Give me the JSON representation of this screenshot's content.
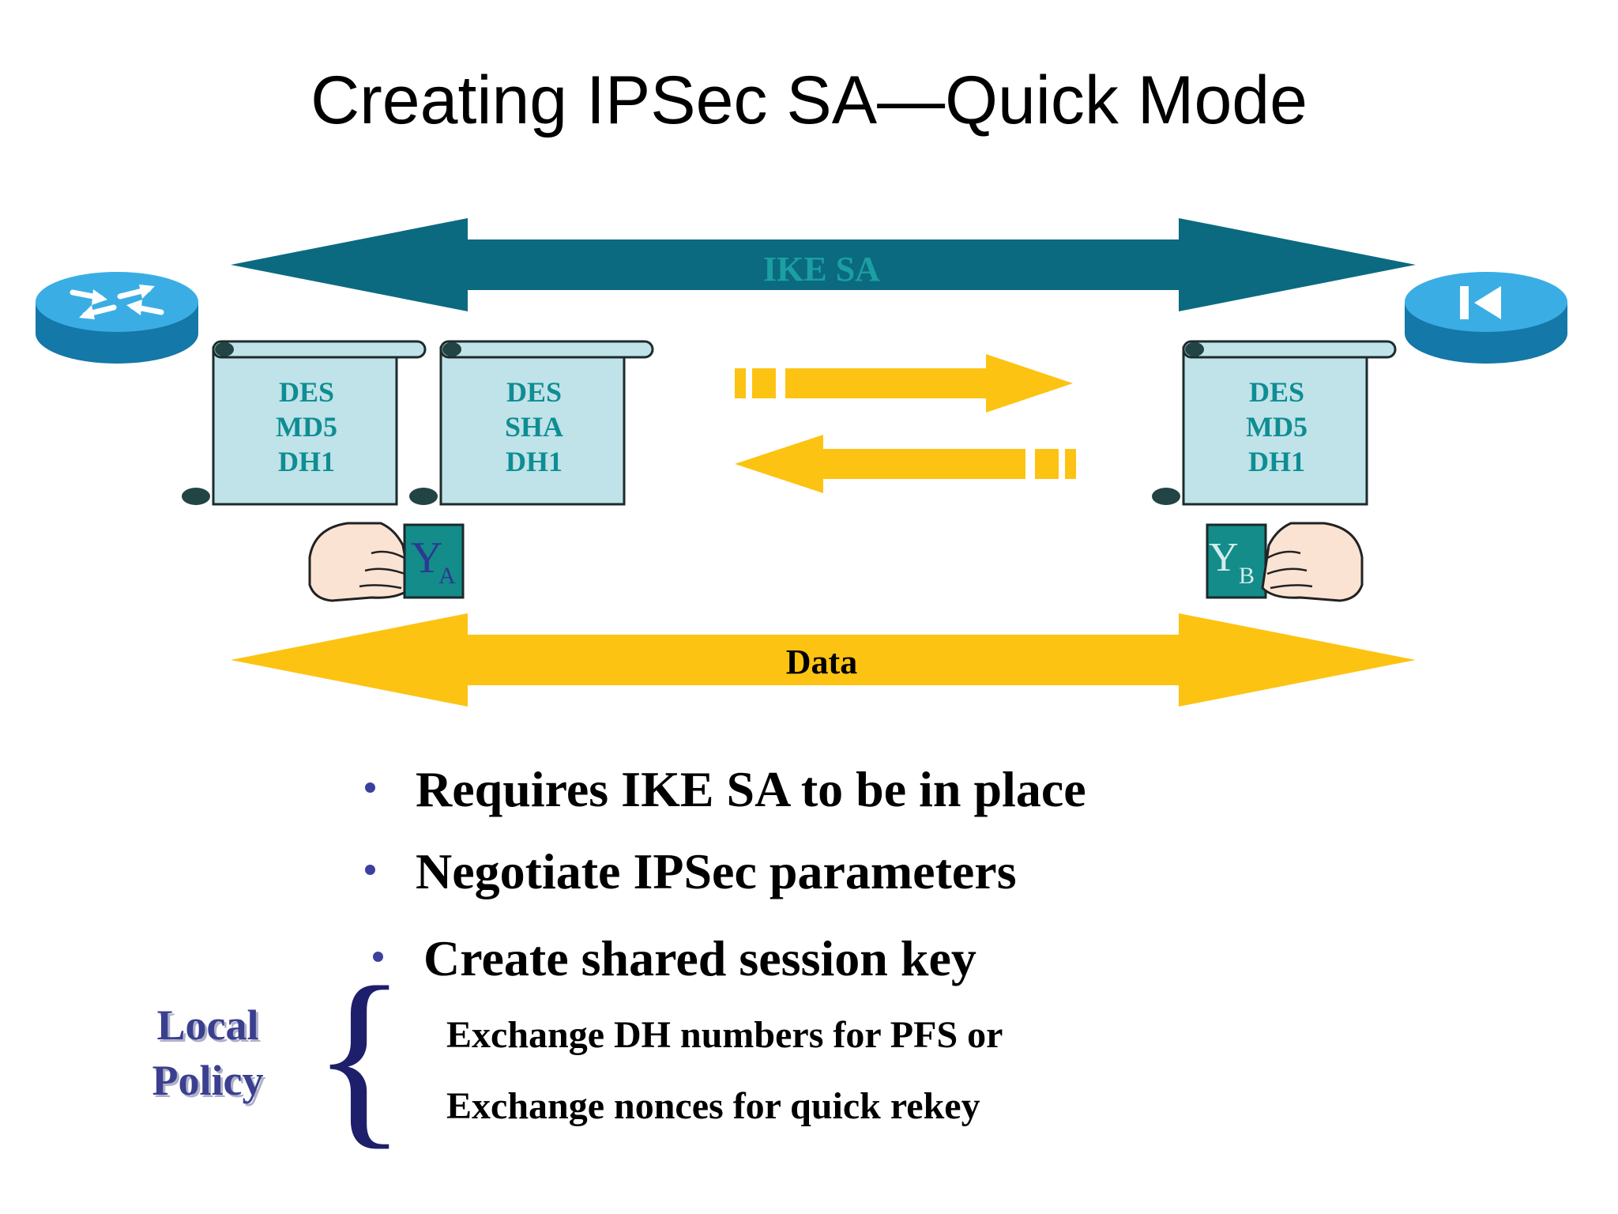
{
  "title": "Creating IPSec SA—Quick Mode",
  "ike_sa_label": "IKE SA",
  "data_label": "Data",
  "scrolls": [
    {
      "lines": [
        "DES",
        "MD5",
        "DH1"
      ]
    },
    {
      "lines": [
        "DES",
        "SHA",
        "DH1"
      ]
    },
    {
      "lines": [
        "DES",
        "MD5",
        "DH1"
      ]
    }
  ],
  "key_a": {
    "letter": "Y",
    "sub": "A"
  },
  "key_b": {
    "letter": "Y",
    "sub": "B"
  },
  "bullets": [
    "Requires IKE SA to be in place",
    "Negotiate IPSec parameters",
    "Create shared session key"
  ],
  "sub_items": [
    "Exchange DH numbers for PFS or",
    "Exchange nonces for quick rekey"
  ],
  "local_policy": [
    "Local",
    "Policy"
  ],
  "colors": {
    "ike_arrow": "#0b6a80",
    "data_arrow": "#fcc312",
    "scroll_fill": "#bfe3e8",
    "scroll_text": "#0e8d93",
    "router": "#2a9fd6",
    "key_box": "#138c8a",
    "bullet_dot": "#3b3f9e",
    "policy_text": "#3a3f8f"
  }
}
